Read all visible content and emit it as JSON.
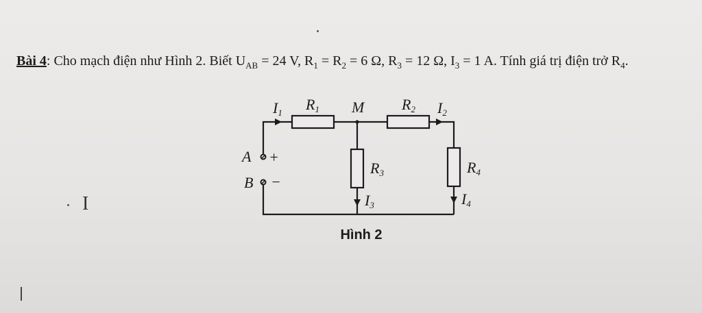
{
  "problem": {
    "label": "Bài 4",
    "text": ": Cho mạch điện như Hình 2. Biết U",
    "sub_ab": "AB",
    "text2": " = 24 V, R",
    "sub1": "1",
    "text3": " = R",
    "sub2": "2",
    "text4": " = 6 Ω, R",
    "sub3": "3",
    "text5": " = 12 Ω, I",
    "sub3b": "3",
    "text6": " = 1 A. Tính giá trị điện trở R",
    "sub4": "4",
    "text7": "."
  },
  "figure": {
    "caption": "Hình 2",
    "labels": {
      "I1": "I",
      "I1_sub": "1",
      "R1": "R",
      "R1_sub": "1",
      "M": "M",
      "R2": "R",
      "R2_sub": "2",
      "I2": "I",
      "I2_sub": "2",
      "A": "A",
      "A_sign": "+",
      "B": "B",
      "B_sign": "−",
      "R3": "R",
      "R3_sub": "3",
      "R4": "R",
      "R4_sub": "4",
      "I3": "I",
      "I3_sub": "3",
      "I4": "I",
      "I4_sub": "4"
    }
  },
  "cursor": "I"
}
